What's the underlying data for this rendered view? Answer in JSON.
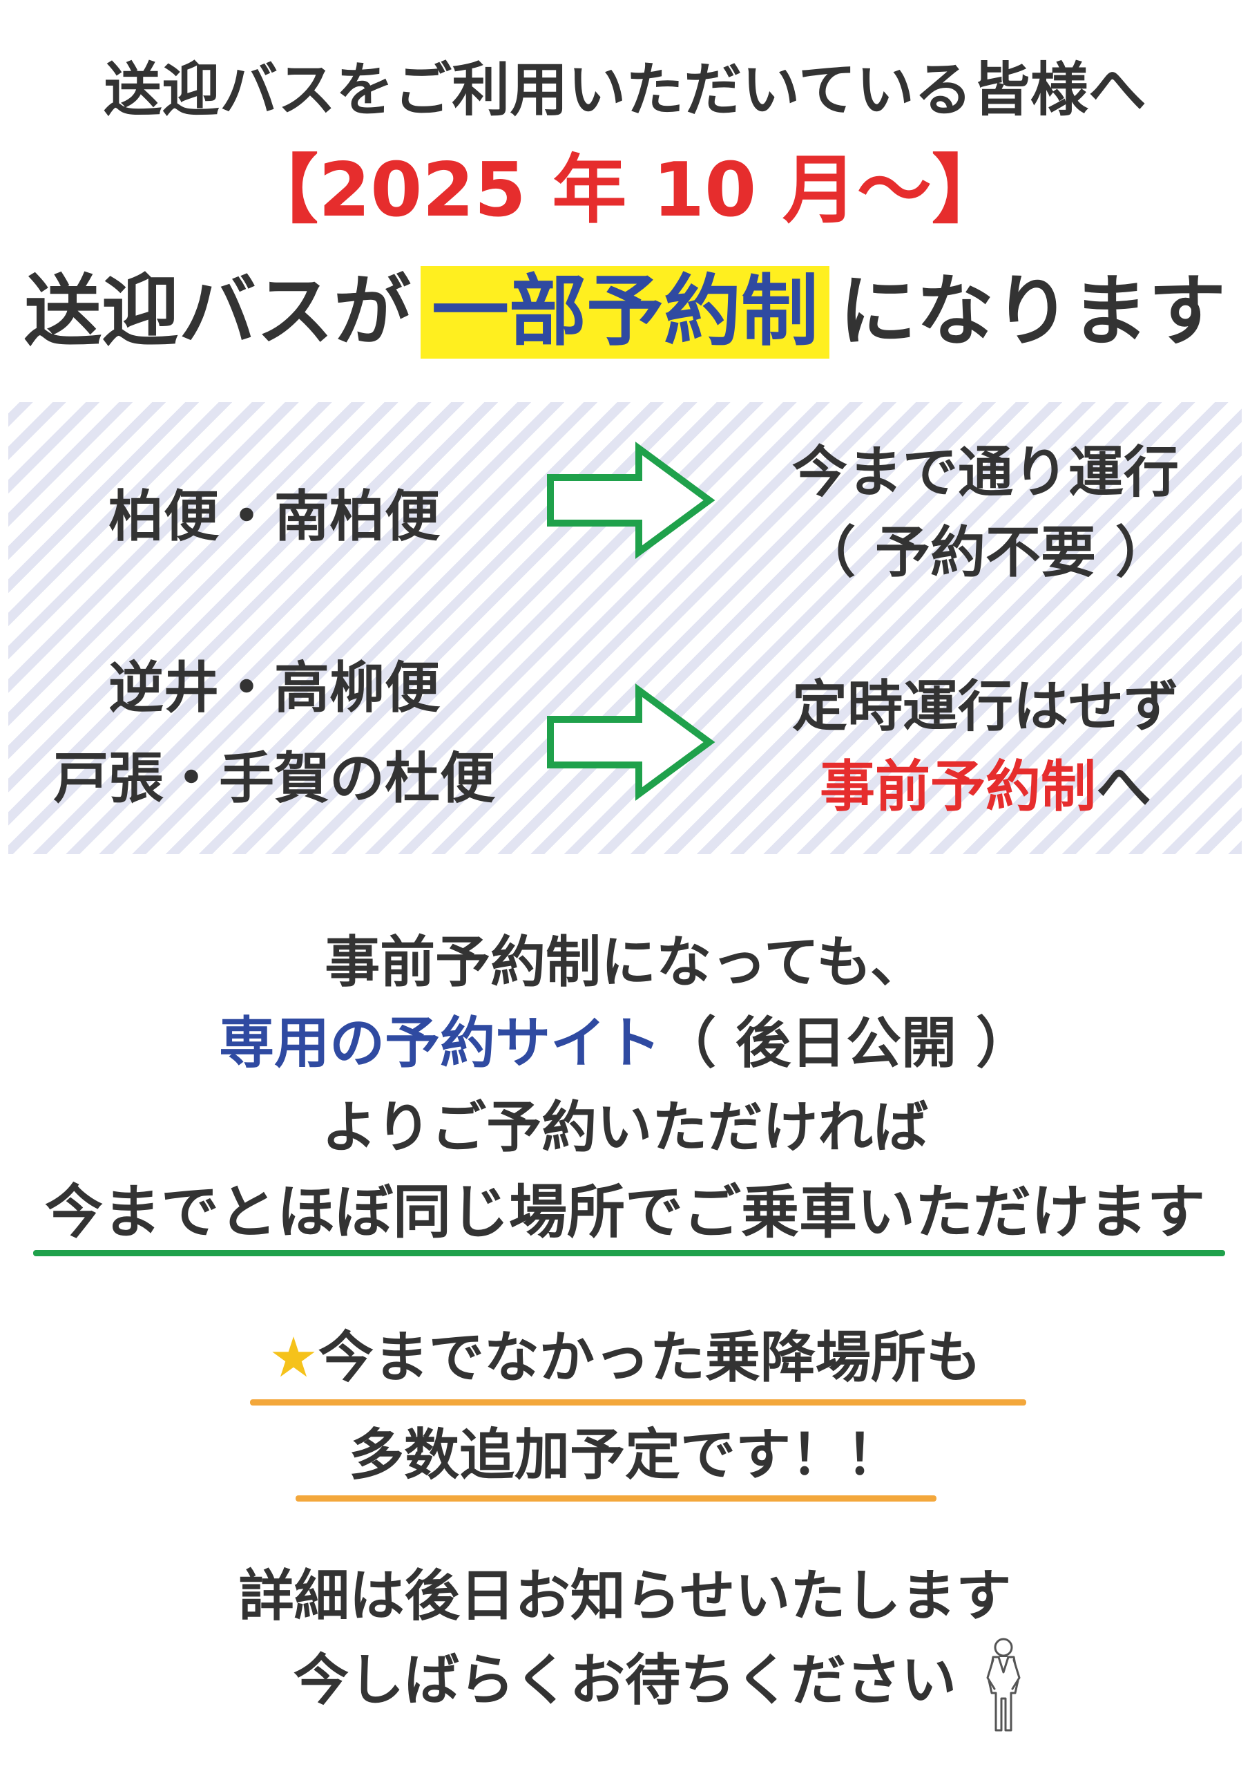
{
  "header": {
    "greeting": "送迎バスをご利用いただいている皆様へ",
    "date_range": "【2025 年 10 月〜】",
    "headline_prefix": "送迎バスが",
    "headline_highlight": "一部予約制",
    "headline_suffix": "になります"
  },
  "routes": [
    {
      "lines": [
        "柏便・南柏便"
      ],
      "result_line1": "今まで通り運行",
      "result_line2": "（ 予約不要 ）"
    },
    {
      "lines": [
        "逆井・高柳便",
        "戸張・手賀の杜便"
      ],
      "result_line1": "定時運行はせず",
      "result_line2_emphasis": "事前予約制",
      "result_line2_suffix": "へ"
    }
  ],
  "body": {
    "line1": "事前予約制になっても、",
    "line2_emphasis": "専用の予約サイト",
    "line2_suffix": "（ 後日公開 ）",
    "line3": "よりご予約いただければ",
    "line4": "今までとほぼ同じ場所でご乗車いただけます"
  },
  "notice": {
    "star": "★",
    "line1": "今までなかった乗降場所も",
    "line2": "多数追加予定です！！"
  },
  "closing": {
    "line1": "詳細は後日お知らせいたします",
    "line2": "今しばらくお待ちください"
  },
  "colors": {
    "text": "#333333",
    "red": "#e62d2d",
    "blue": "#2f4aa1",
    "highlight": "#ffef1f",
    "arrow_green": "#1fa14b",
    "underline_green": "#1fa14b",
    "underline_orange": "#f3a73b",
    "star": "#f5c21b"
  },
  "icons": {
    "arrow": "right-arrow-outline-icon",
    "bow": "bowing-person-icon",
    "star": "star-icon"
  }
}
